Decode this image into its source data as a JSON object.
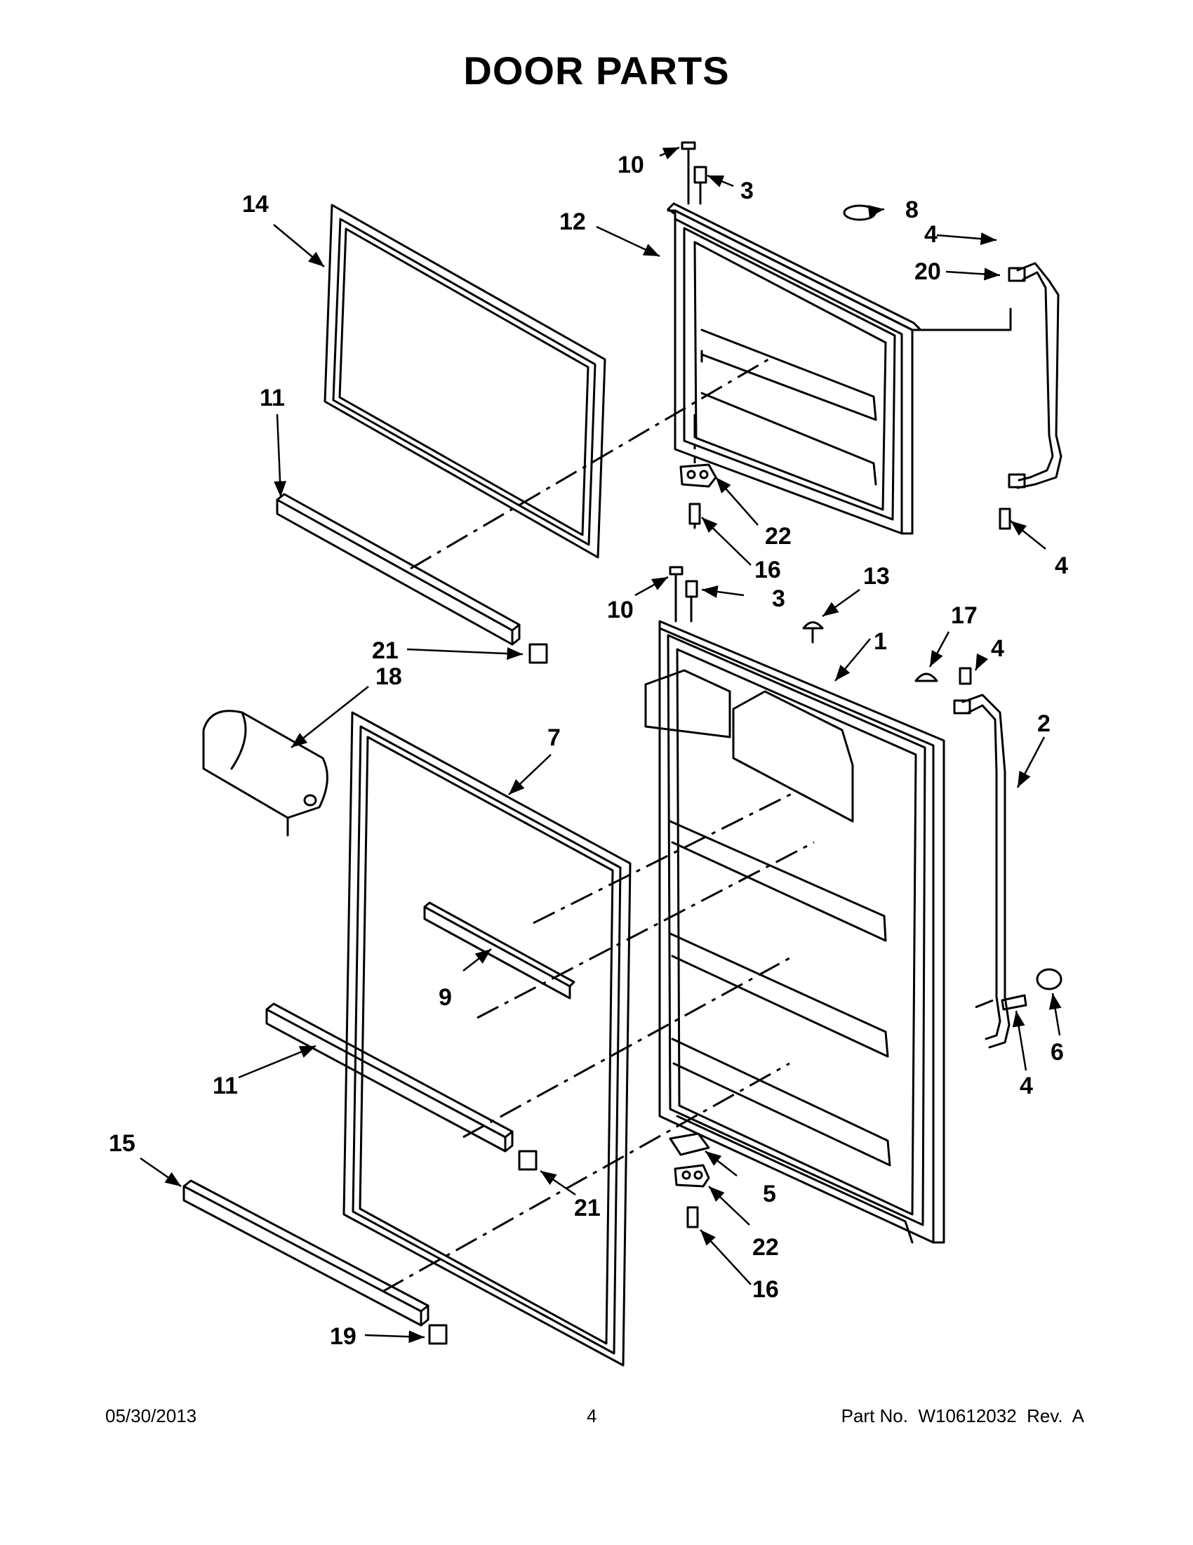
{
  "title": "DOOR PARTS",
  "footer": {
    "date": "05/30/2013",
    "page": "4",
    "part_no": "Part No.  W10612032  Rev.  A"
  },
  "callouts": {
    "c10_top": "10",
    "c3_top": "3",
    "c8": "8",
    "c4_top": "4",
    "c20": "20",
    "c14": "14",
    "c12": "12",
    "c11_top": "11",
    "c22_top": "22",
    "c16_top": "16",
    "c4_right": "4",
    "c10_mid": "10",
    "c3_mid": "3",
    "c13": "13",
    "c1": "1",
    "c17": "17",
    "c4_mid": "4",
    "c21_top": "21",
    "c18": "18",
    "c7": "7",
    "c2": "2",
    "c9": "9",
    "c11_low": "11",
    "c15": "15",
    "c21_low": "21",
    "c5": "5",
    "c22_low": "22",
    "c16_low": "16",
    "c19": "19",
    "c4_low": "4",
    "c6": "6"
  }
}
